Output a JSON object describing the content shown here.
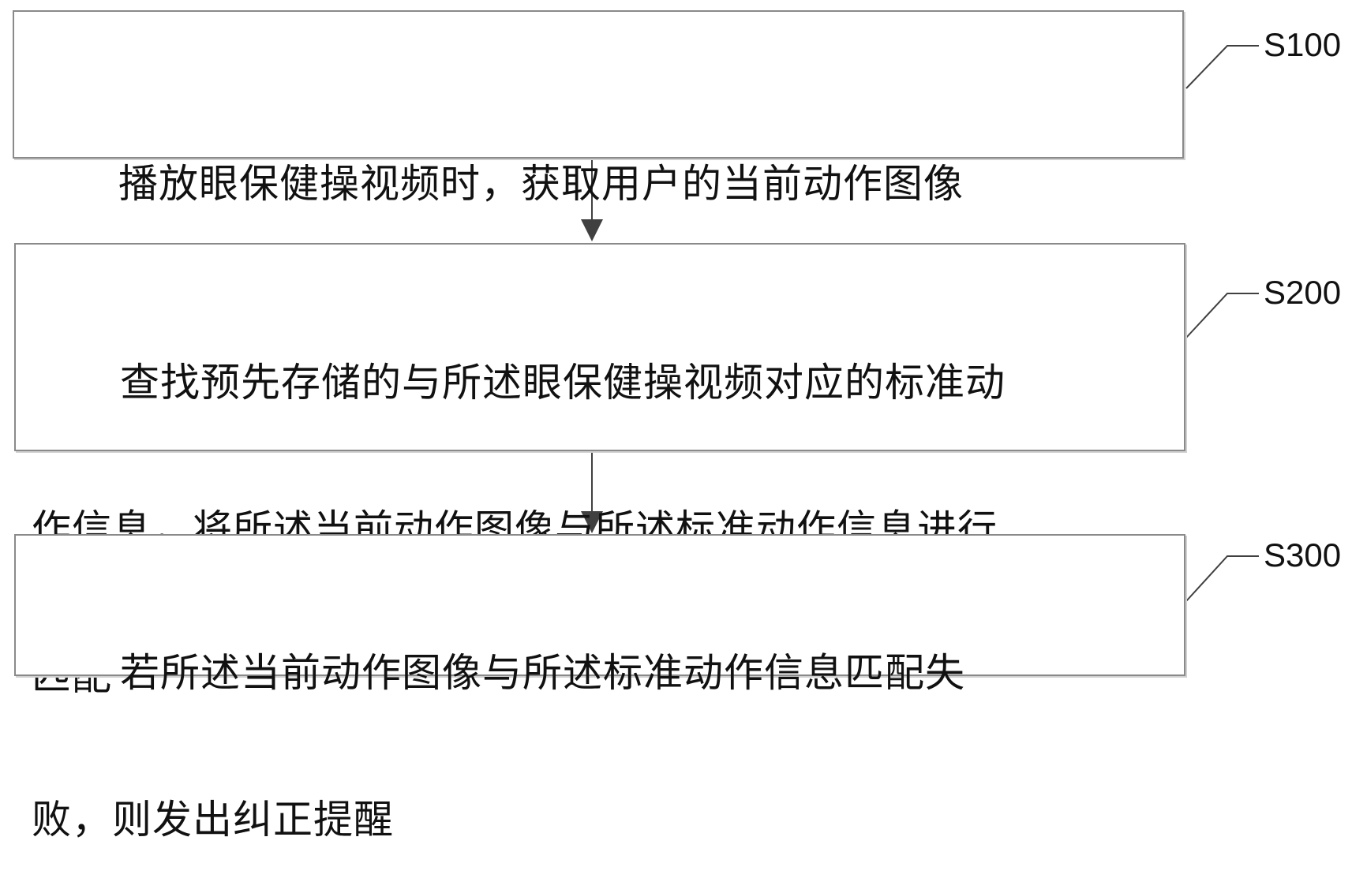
{
  "flowchart": {
    "steps": [
      {
        "label": "S100",
        "lines": [
          "播放眼保健操视频时，获取用户的当前动作图像"
        ]
      },
      {
        "label": "S200",
        "lines": [
          "查找预先存储的与所述眼保健操视频对应的标准动",
          "作信息，将所述当前动作图像与所述标准动作信息进行",
          "匹配"
        ]
      },
      {
        "label": "S300",
        "lines": [
          "若所述当前动作图像与所述标准动作信息匹配失",
          "败，则发出纠正提醒"
        ]
      }
    ],
    "colors": {
      "border": "#8a8a8a",
      "shadow": "#d0d0d0",
      "arrow": "#404040",
      "text": "#111111"
    }
  }
}
